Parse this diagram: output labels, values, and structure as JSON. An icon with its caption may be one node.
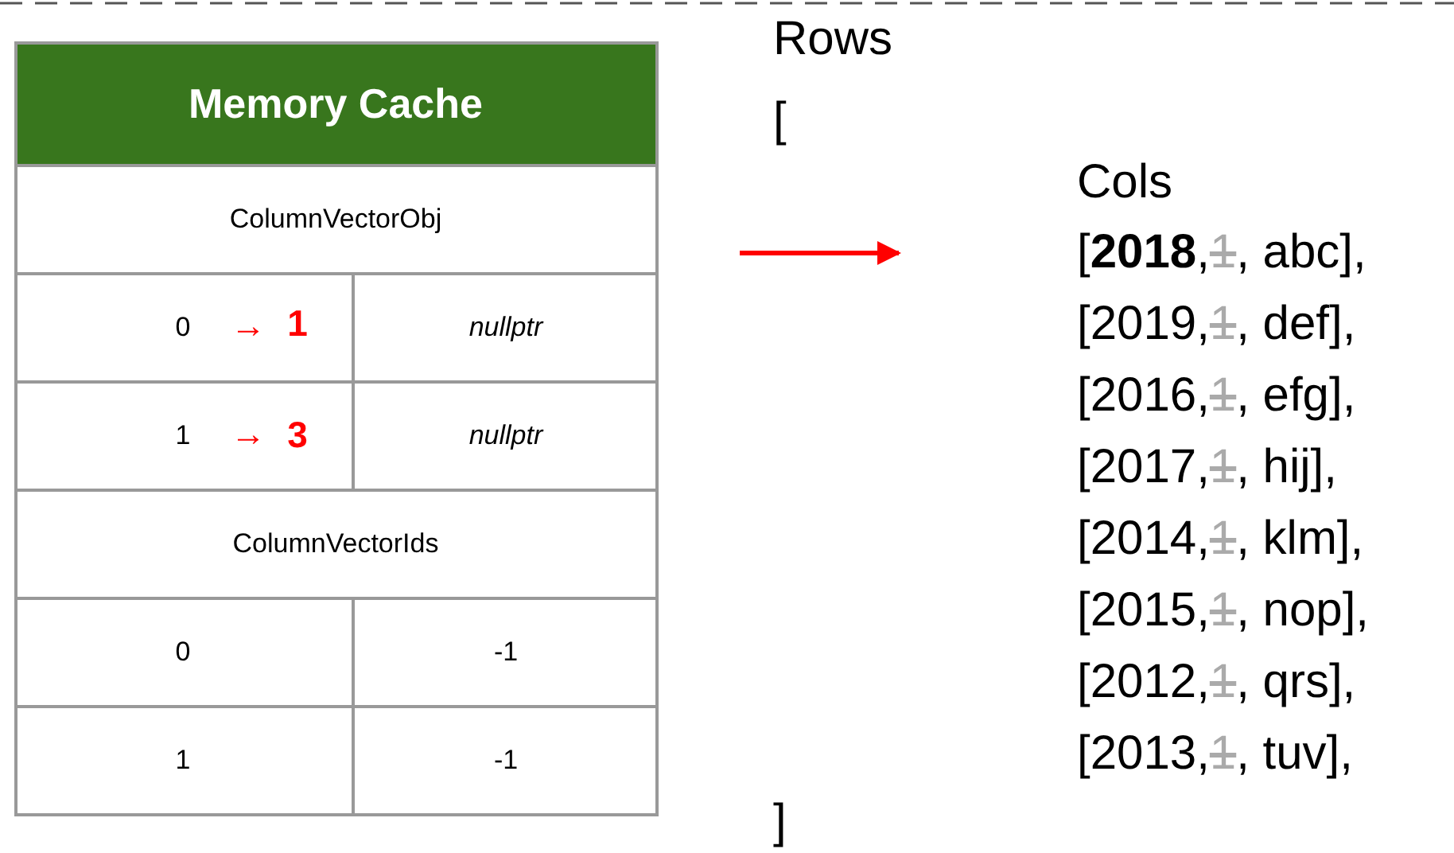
{
  "diagram": {
    "labels": [
      "Memory Cache",
      "ColumnVectorObj",
      "0",
      "→",
      "1",
      "nullptr",
      "1",
      "→",
      "3",
      "nullptr",
      "ColumnVectorIds",
      "0",
      "-1",
      "1",
      "-1",
      "Rows",
      "[",
      "Cols",
      "[**2018**,",
      "1",
      ", abc],",
      "[2019,",
      "1",
      ", def],",
      "[2016,",
      "1",
      ", efg],",
      "[2017,",
      "1",
      ", hij],",
      "[2014,",
      "1",
      ", klm],",
      "[2015,",
      "1",
      ", nop],",
      "[2012,",
      "1",
      ", qrs],",
      "[2013,",
      "1",
      ", tuv],",
      "]"
    ]
  }
}
